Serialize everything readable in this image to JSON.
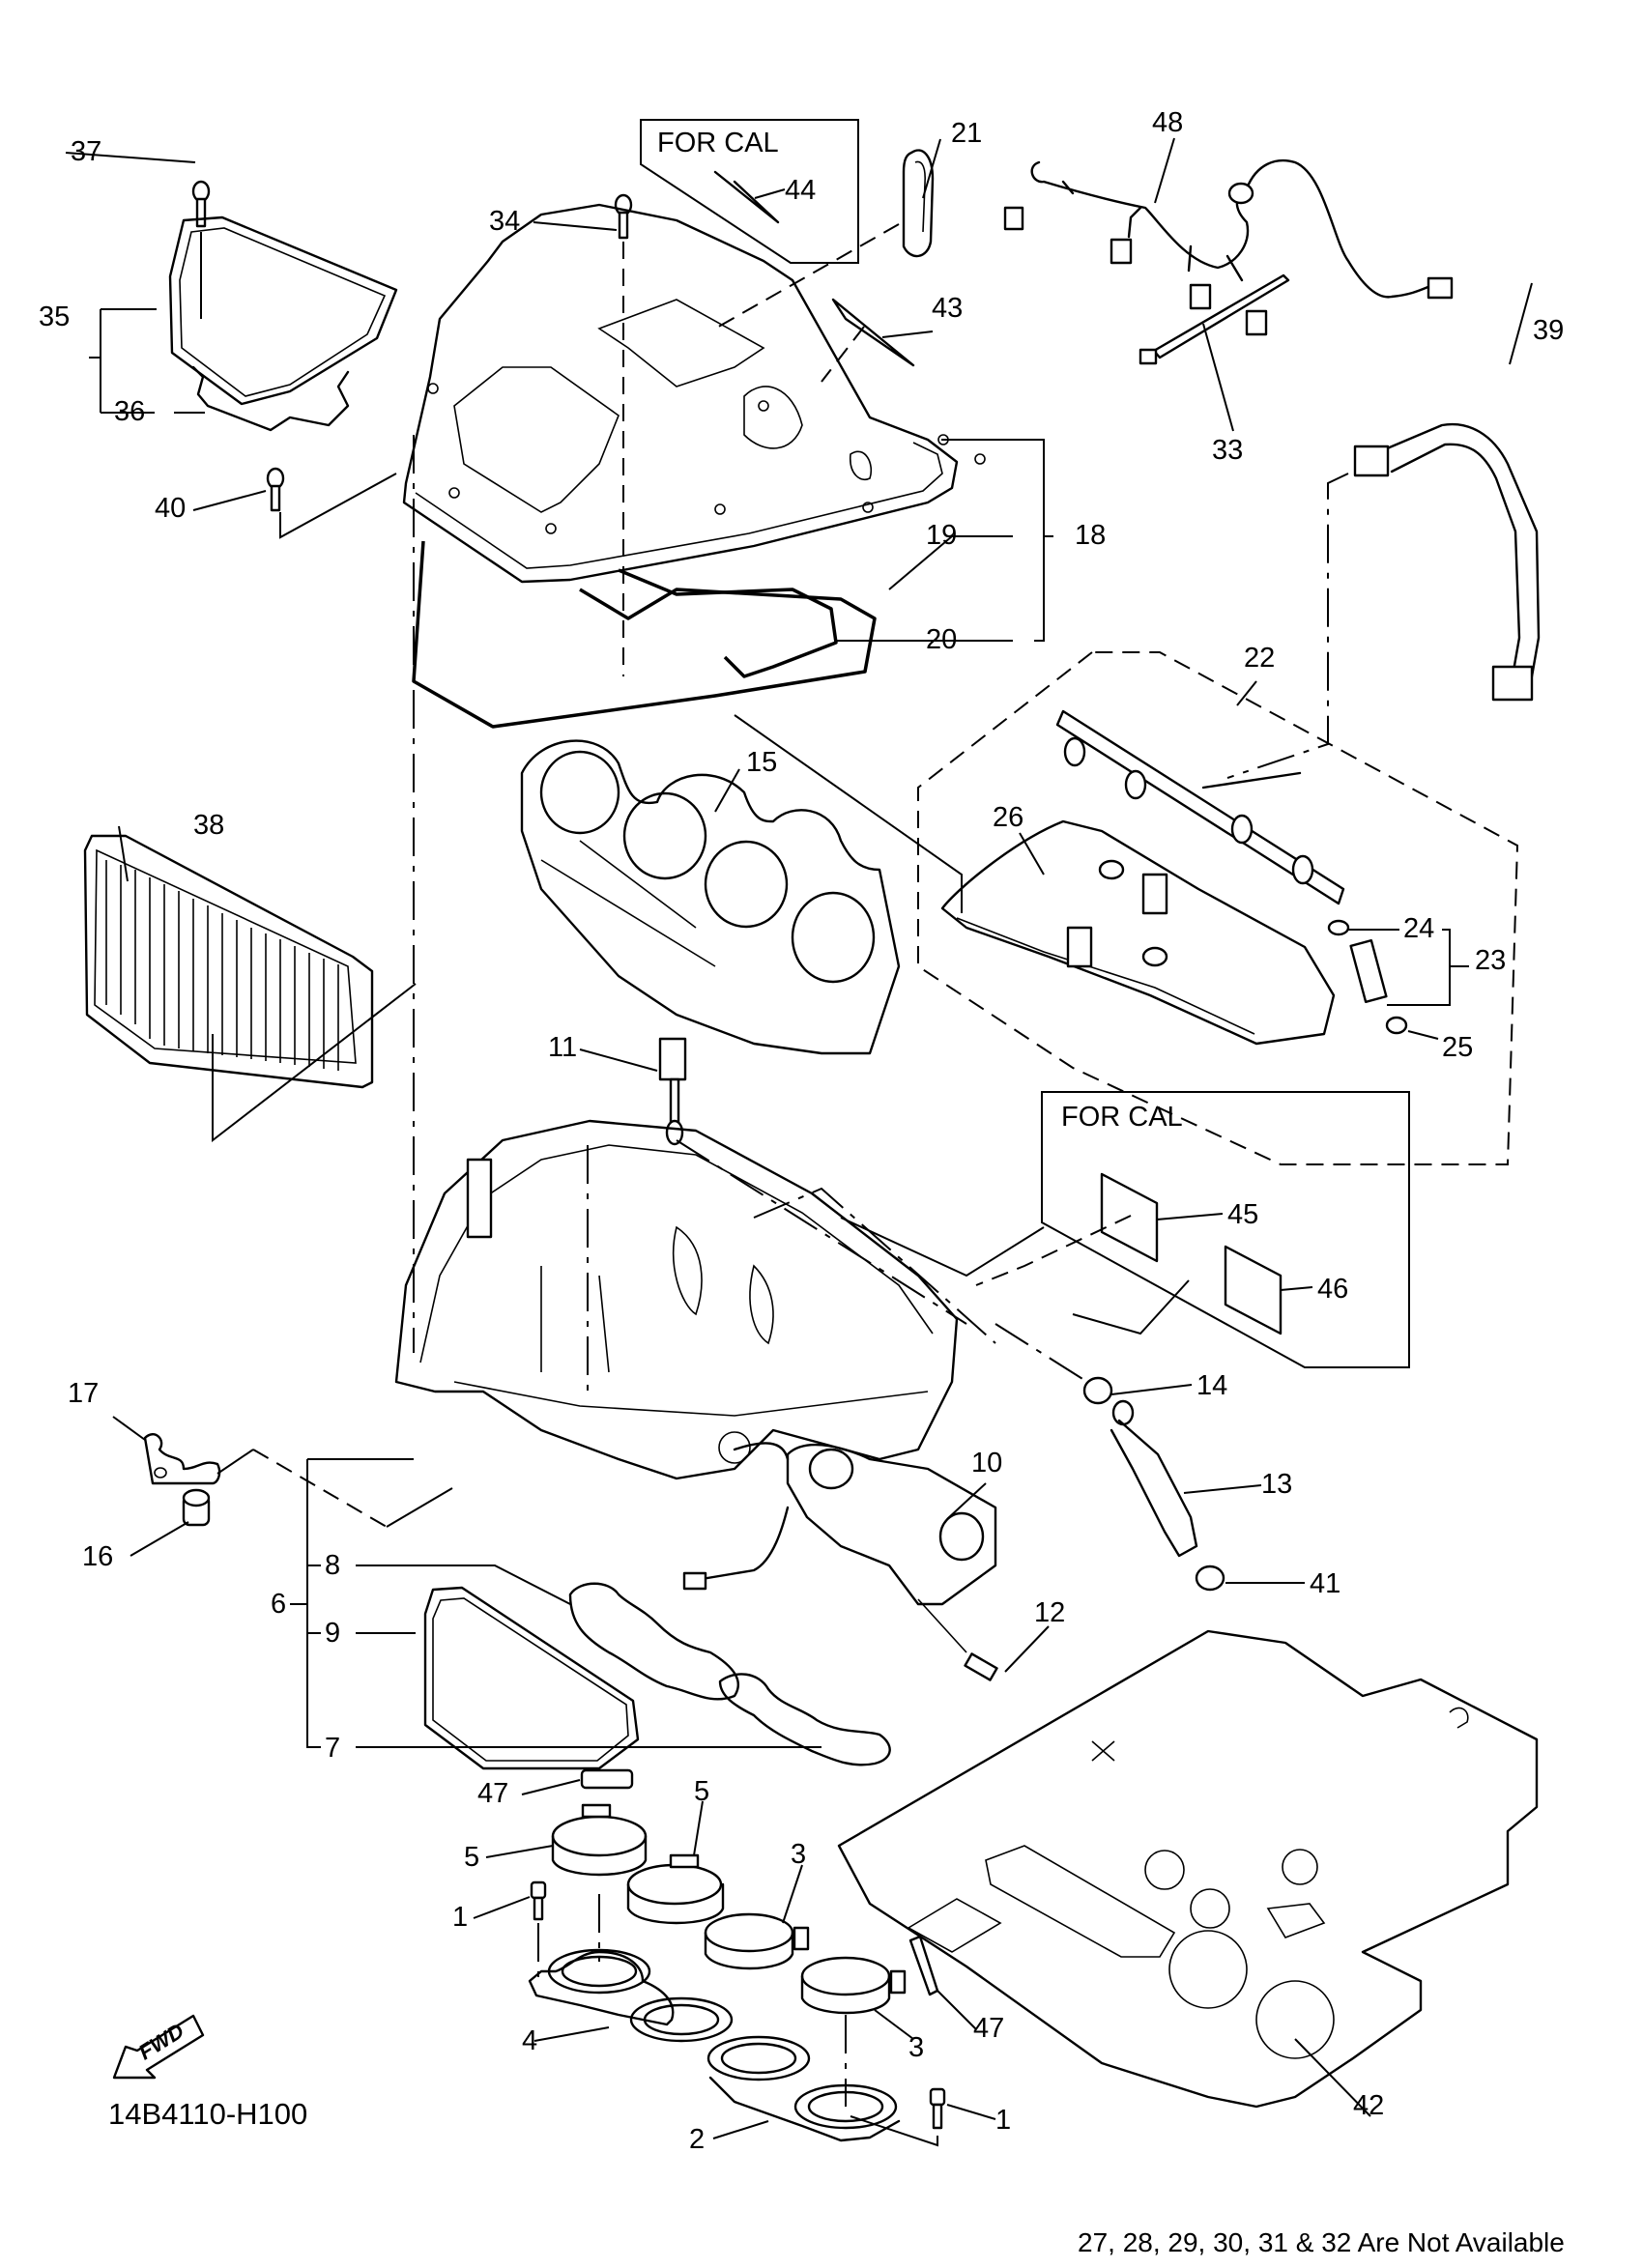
{
  "diagram": {
    "reference_code": "14B4110-H100",
    "availability_note": "27, 28, 29, 30, 31 & 32  Are Not Available",
    "fwd_label": "FWD",
    "for_cal_boxes": [
      {
        "title": "FOR CAL",
        "parts": [
          "44"
        ]
      },
      {
        "title": "FOR CAL",
        "parts": [
          "45",
          "46"
        ]
      }
    ],
    "callouts": {
      "c1a": "1",
      "c1b": "1",
      "c2": "2",
      "c3a": "3",
      "c3b": "3",
      "c4": "4",
      "c5a": "5",
      "c5b": "5",
      "c6": "6",
      "c7": "7",
      "c8": "8",
      "c9": "9",
      "c10": "10",
      "c11": "11",
      "c12": "12",
      "c13": "13",
      "c14": "14",
      "c15": "15",
      "c16": "16",
      "c17": "17",
      "c18": "18",
      "c19": "19",
      "c20": "20",
      "c21": "21",
      "c22": "22",
      "c23": "23",
      "c24": "24",
      "c25": "25",
      "c26": "26",
      "c33": "33",
      "c34": "34",
      "c35": "35",
      "c36": "36",
      "c37": "37",
      "c38": "38",
      "c39": "39",
      "c40": "40",
      "c41": "41",
      "c42": "42",
      "c43": "43",
      "c44": "44",
      "c45": "45",
      "c46": "46",
      "c47a": "47",
      "c47b": "47",
      "c48": "48"
    }
  }
}
